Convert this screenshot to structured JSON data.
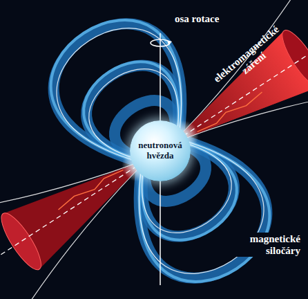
{
  "diagram": {
    "nodes": [
      {
        "text": [
          "neutronová hvězda"
        ]
      }
    ],
    "labels": [
      "osa rotace",
      "elektromagnetické záření",
      "magnetické siločáry"
    ]
  }
}
